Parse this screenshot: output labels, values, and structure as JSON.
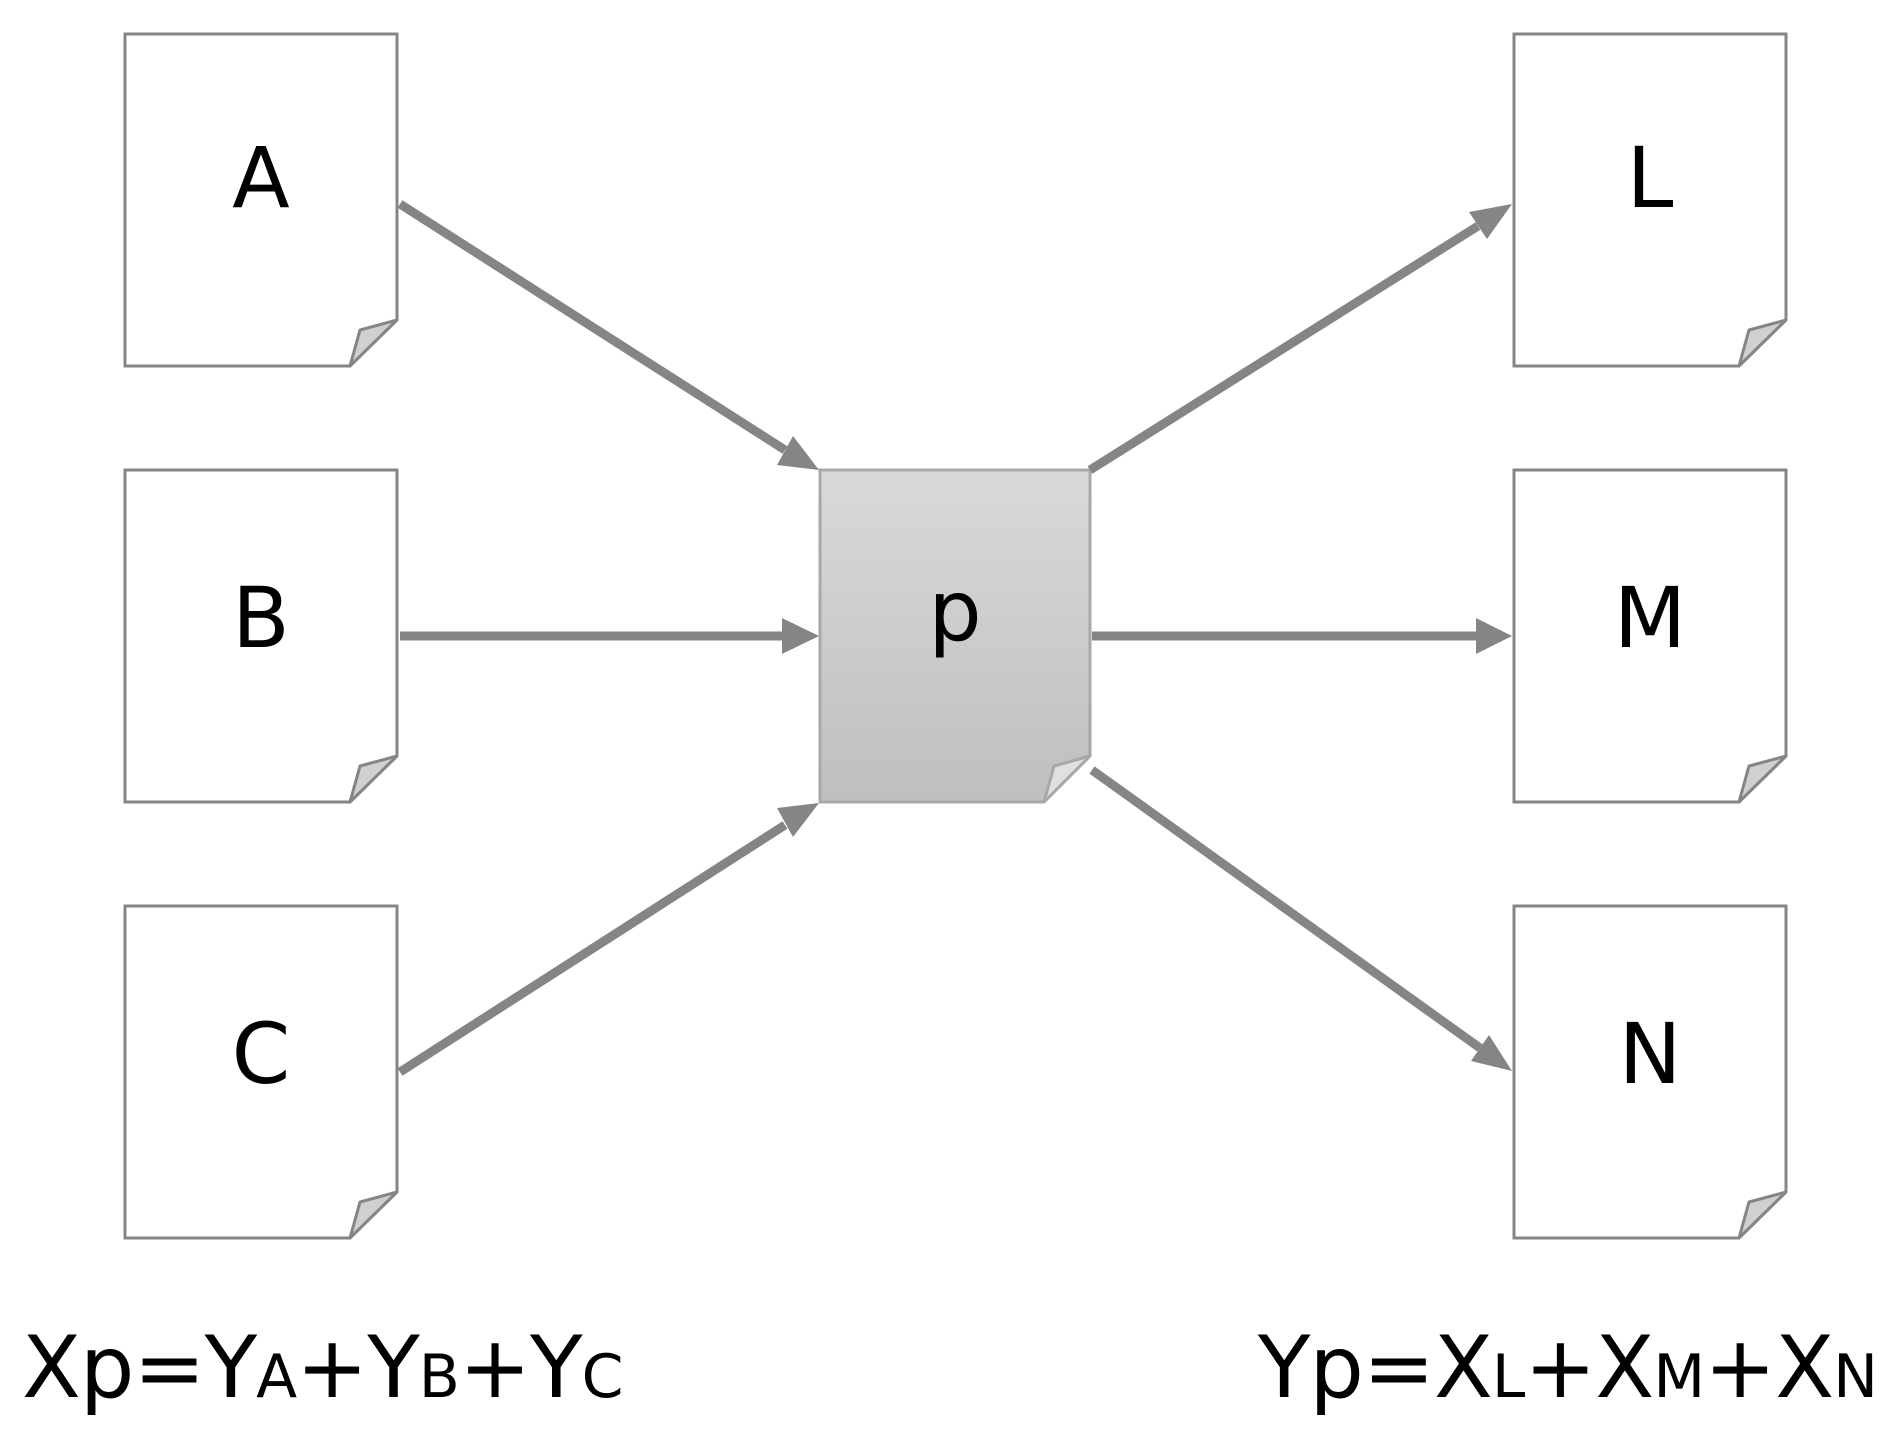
{
  "nodes": {
    "inputs": [
      "A",
      "B",
      "C"
    ],
    "center": "p",
    "outputs": [
      "L",
      "M",
      "N"
    ]
  },
  "formulas": {
    "left": {
      "lhs": "Xp=",
      "terms": [
        {
          "base": "Y",
          "sub": "A"
        },
        {
          "base": "Y",
          "sub": "B"
        },
        {
          "base": "Y",
          "sub": "C"
        }
      ],
      "operator": "+"
    },
    "right": {
      "lhs": "Yp=",
      "terms": [
        {
          "base": "X",
          "sub": "L"
        },
        {
          "base": "X",
          "sub": "M"
        },
        {
          "base": "X",
          "sub": "N"
        }
      ],
      "operator": "+"
    }
  },
  "colors": {
    "arrow": "#858585",
    "box_stroke": "#858585",
    "center_fill_top": "#d9d9d9",
    "center_fill_bottom": "#bfbfbf",
    "fold_fill": "#d0d0d0"
  }
}
